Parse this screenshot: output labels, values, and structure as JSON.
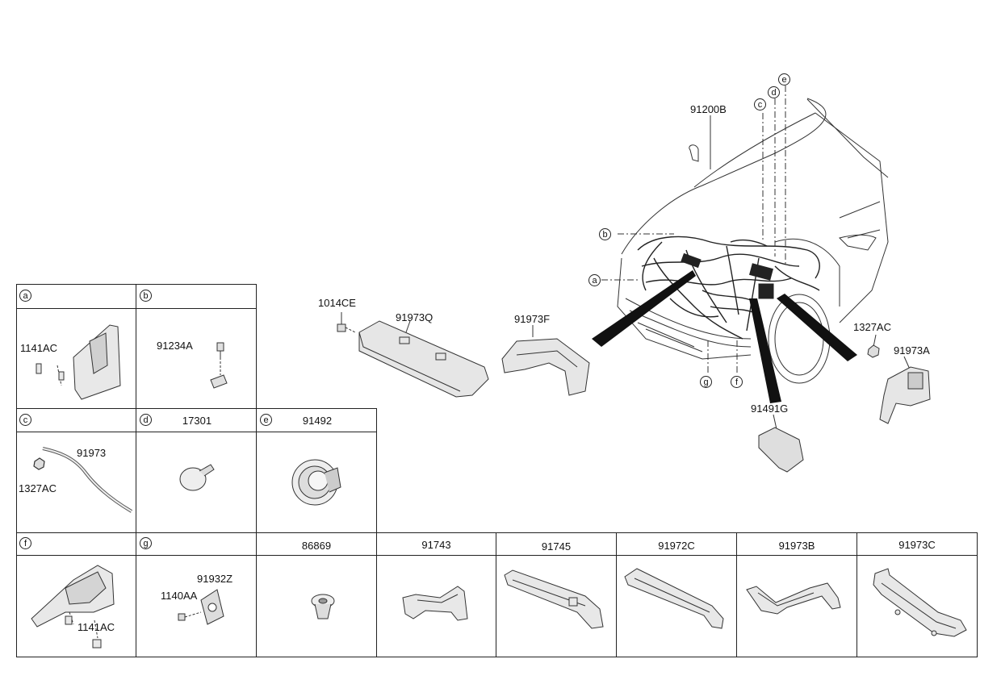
{
  "main_labels": {
    "p1014ce": "1014CE",
    "p91973q": "91973Q",
    "p91973f": "91973F",
    "p91200b": "91200B",
    "p1327ac": "1327AC",
    "p91973a": "91973A",
    "p91491g": "91491G"
  },
  "callouts": {
    "a": "a",
    "b": "b",
    "c": "c",
    "d": "d",
    "e": "e",
    "f": "f",
    "g": "g"
  },
  "table": {
    "row1": [
      {
        "key": "a",
        "parts": [
          "1141AC"
        ]
      },
      {
        "key": "b",
        "parts": [
          "91234A"
        ]
      }
    ],
    "row2": [
      {
        "key": "c",
        "parts": [
          "91973",
          "1327AC"
        ]
      },
      {
        "key": "d",
        "header": "17301"
      },
      {
        "key": "e",
        "header": "91492"
      }
    ],
    "row3": [
      {
        "key": "f",
        "parts": [
          "1141AC"
        ]
      },
      {
        "key": "g",
        "parts": [
          "91932Z",
          "1140AA"
        ]
      },
      {
        "header": "86869"
      },
      {
        "header": "91743"
      },
      {
        "header": "91745"
      },
      {
        "header": "91972C"
      },
      {
        "header": "91973B"
      },
      {
        "header": "91973C"
      }
    ]
  },
  "icons": [
    "wiring-harness-vehicle-icon",
    "bolt-icon",
    "nut-icon",
    "grommet-icon",
    "protector-icon",
    "bracket-icon",
    "clip-icon",
    "cap-icon"
  ]
}
